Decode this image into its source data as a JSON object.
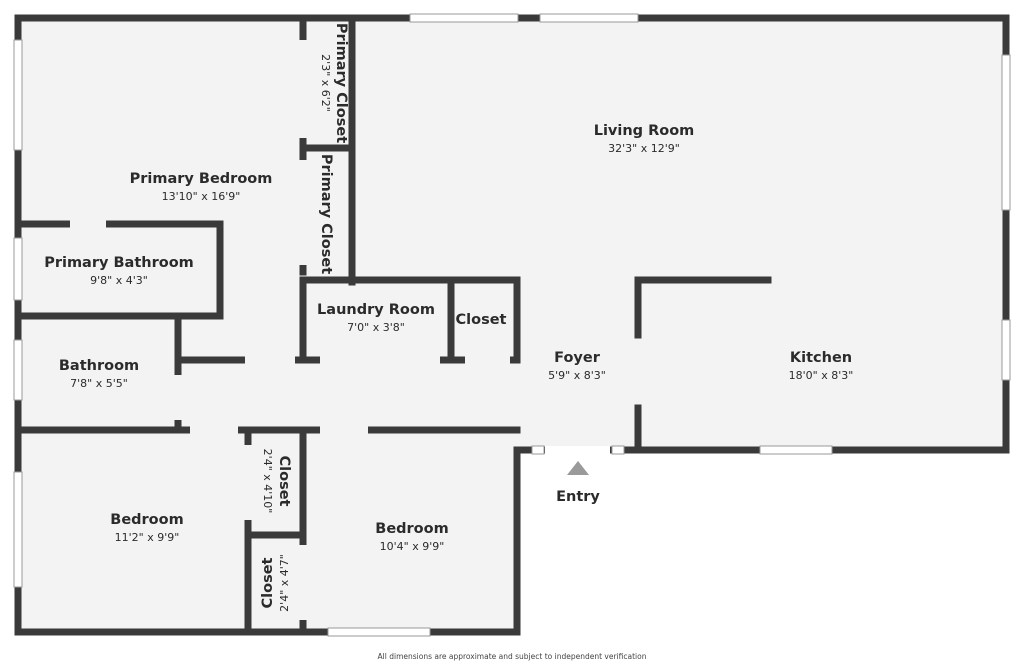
{
  "colors": {
    "wall": "#3a3a3a",
    "floor": "#f3f3f3",
    "window": "#9a9a9a",
    "background": "#ffffff"
  },
  "rooms": {
    "primary_bedroom": {
      "name": "Primary Bedroom",
      "dims": "13'10\" x 16'9\""
    },
    "primary_closet_1": {
      "name": "Primary Closet",
      "dims": "2'3\" x 6'2\""
    },
    "primary_closet_2": {
      "name": "Primary Closet"
    },
    "primary_bathroom": {
      "name": "Primary Bathroom",
      "dims": "9'8\" x 4'3\""
    },
    "living_room": {
      "name": "Living Room",
      "dims": "32'3\" x 12'9\""
    },
    "laundry_room": {
      "name": "Laundry Room",
      "dims": "7'0\" x 3'8\""
    },
    "closet_small": {
      "name": "Closet"
    },
    "bathroom": {
      "name": "Bathroom",
      "dims": "7'8\" x 5'5\""
    },
    "foyer": {
      "name": "Foyer",
      "dims": "5'9\" x 8'3\""
    },
    "kitchen": {
      "name": "Kitchen",
      "dims": "18'0\" x 8'3\""
    },
    "bedroom_1": {
      "name": "Bedroom",
      "dims": "11'2\" x 9'9\""
    },
    "bedroom_2": {
      "name": "Bedroom",
      "dims": "10'4\" x 9'9\""
    },
    "closet_upper": {
      "name": "Closet",
      "dims": "2'4\" x 4'10\""
    },
    "closet_lower": {
      "name": "Closet",
      "dims": "2'4\" x 4'7\""
    }
  },
  "entry": {
    "label": "Entry"
  },
  "footer": {
    "disclaimer": "All dimensions are approximate and subject to independent verification"
  }
}
